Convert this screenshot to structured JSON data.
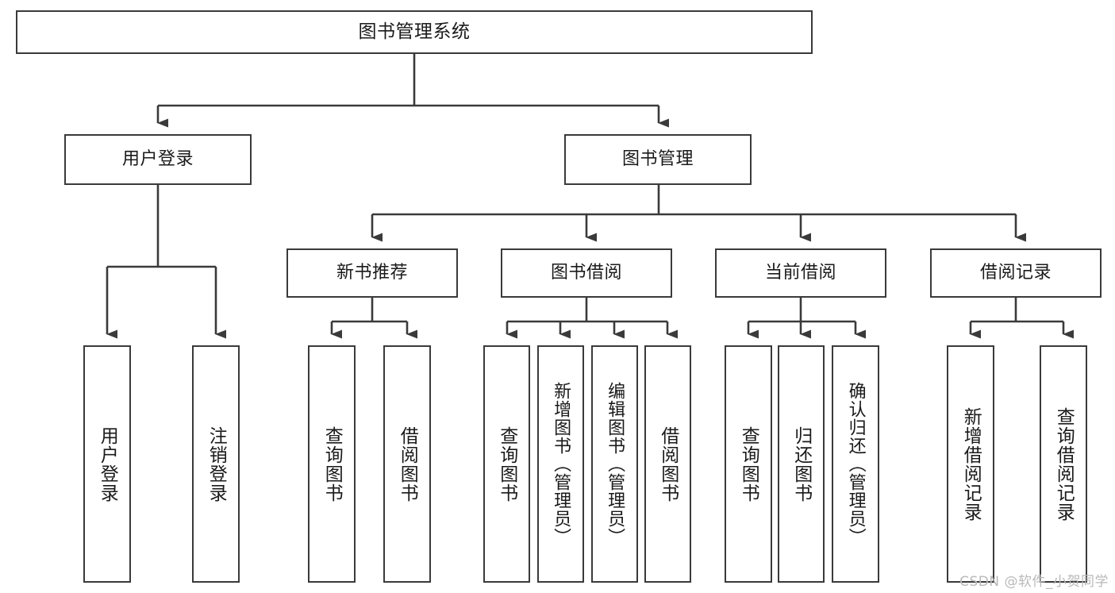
{
  "diagram": {
    "title": "图书管理系统",
    "type": "hierarchy-tree",
    "colors": {
      "box_border": "#3a3a3a",
      "box_fill": "#ffffff",
      "edge": "#3a3a3a",
      "text": "#1a1a1a",
      "watermark": "#b9b9b9",
      "background": "#ffffff"
    },
    "levels": {
      "level1": [
        "图书管理系统"
      ],
      "level2": [
        "用户登录",
        "图书管理"
      ],
      "level3": [
        "新书推荐",
        "图书借阅",
        "当前借阅",
        "借阅记录"
      ],
      "level4": [
        "用户登录",
        "注销登录",
        "查询图书",
        "借阅图书",
        "查询图书",
        "新增图书（管理员）",
        "编辑图书（管理员）",
        "借阅图书",
        "查询图书",
        "归还图书",
        "确认归还（管理员）",
        "新增借阅记录",
        "查询借阅记录"
      ]
    },
    "nodes": {
      "root": {
        "label": "图书管理系统"
      },
      "user_login": {
        "label": "用户登录"
      },
      "book_manage": {
        "label": "图书管理"
      },
      "new_book_rec": {
        "label": "新书推荐"
      },
      "book_borrow": {
        "label": "图书借阅"
      },
      "current_borrow": {
        "label": "当前借阅"
      },
      "borrow_record": {
        "label": "借阅记录"
      },
      "leaf_user_login": {
        "label": "用户登录"
      },
      "leaf_logout": {
        "label": "注销登录"
      },
      "leaf_query_book_1": {
        "label": "查询图书"
      },
      "leaf_borrow_book_1": {
        "label": "借阅图书"
      },
      "leaf_query_book_2": {
        "label": "查询图书"
      },
      "leaf_add_book": {
        "label": "新增图书（管理员）"
      },
      "leaf_edit_book": {
        "label": "编辑图书（管理员）"
      },
      "leaf_borrow_book_2": {
        "label": "借阅图书"
      },
      "leaf_query_book_3": {
        "label": "查询图书"
      },
      "leaf_return_book": {
        "label": "归还图书"
      },
      "leaf_confirm_return": {
        "label": "确认归还（管理员）"
      },
      "leaf_add_record": {
        "label": "新增借阅记录"
      },
      "leaf_query_record": {
        "label": "查询借阅记录"
      }
    },
    "edges": [
      {
        "from": "root",
        "to": "user_login"
      },
      {
        "from": "root",
        "to": "book_manage"
      },
      {
        "from": "user_login",
        "to": "leaf_user_login"
      },
      {
        "from": "user_login",
        "to": "leaf_logout"
      },
      {
        "from": "book_manage",
        "to": "new_book_rec"
      },
      {
        "from": "book_manage",
        "to": "book_borrow"
      },
      {
        "from": "book_manage",
        "to": "current_borrow"
      },
      {
        "from": "book_manage",
        "to": "borrow_record"
      },
      {
        "from": "new_book_rec",
        "to": "leaf_query_book_1"
      },
      {
        "from": "new_book_rec",
        "to": "leaf_borrow_book_1"
      },
      {
        "from": "book_borrow",
        "to": "leaf_query_book_2"
      },
      {
        "from": "book_borrow",
        "to": "leaf_add_book"
      },
      {
        "from": "book_borrow",
        "to": "leaf_edit_book"
      },
      {
        "from": "book_borrow",
        "to": "leaf_borrow_book_2"
      },
      {
        "from": "current_borrow",
        "to": "leaf_query_book_3"
      },
      {
        "from": "current_borrow",
        "to": "leaf_return_book"
      },
      {
        "from": "current_borrow",
        "to": "leaf_confirm_return"
      },
      {
        "from": "borrow_record",
        "to": "leaf_add_record"
      },
      {
        "from": "borrow_record",
        "to": "leaf_query_record"
      }
    ],
    "watermark": "CSDN @软件_小贺同学"
  }
}
